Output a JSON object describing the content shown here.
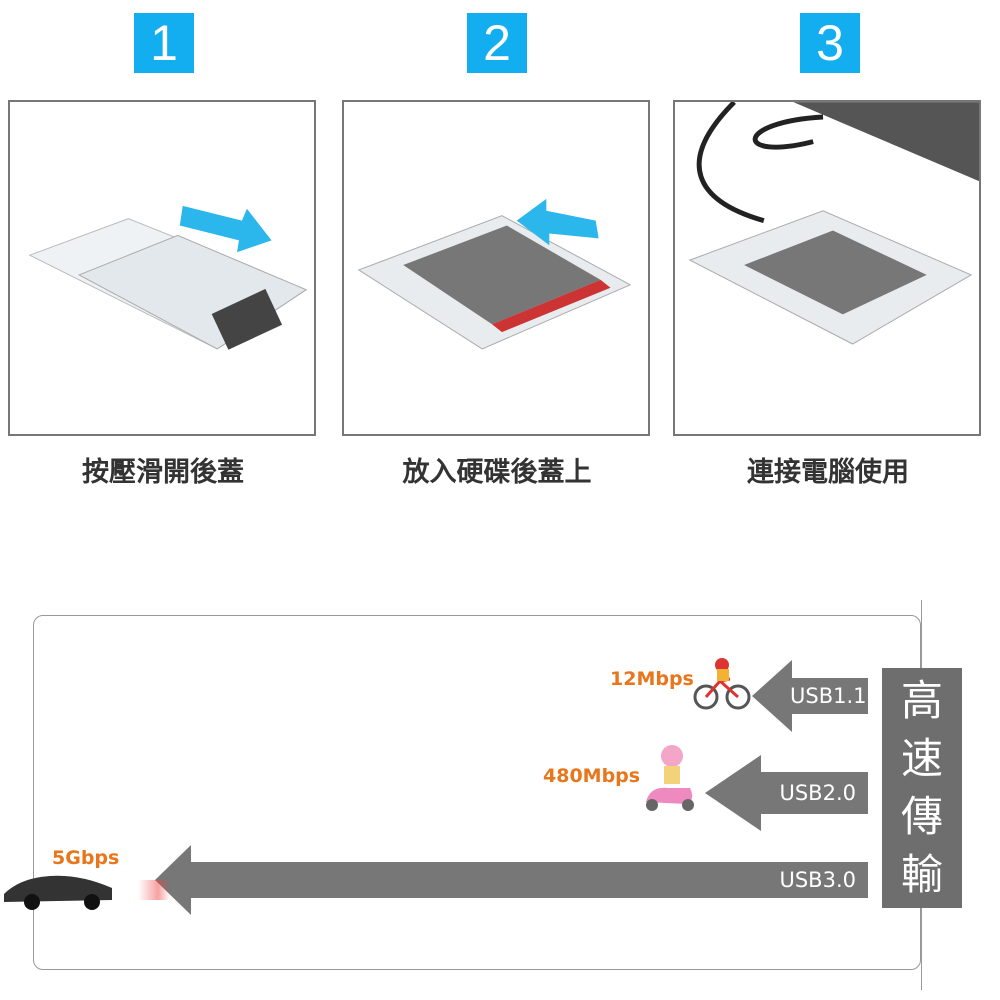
{
  "steps": [
    {
      "number": "1",
      "caption": "按壓滑開後蓋"
    },
    {
      "number": "2",
      "caption": "放入硬碟後蓋上"
    },
    {
      "number": "3",
      "caption": "連接電腦使用"
    }
  ],
  "speed_section": {
    "title": "高速傳輸",
    "rows": [
      {
        "interface": "USB1.1",
        "speed": "12Mbps",
        "icon": "bicycle-icon"
      },
      {
        "interface": "USB2.0",
        "speed": "480Mbps",
        "icon": "scooter-icon"
      },
      {
        "interface": "USB3.0",
        "speed": "5Gbps",
        "icon": "sports-car-icon"
      }
    ],
    "colors": {
      "accent": "#12aef0",
      "speed": "#e8761c",
      "arrow": "#777777"
    }
  }
}
